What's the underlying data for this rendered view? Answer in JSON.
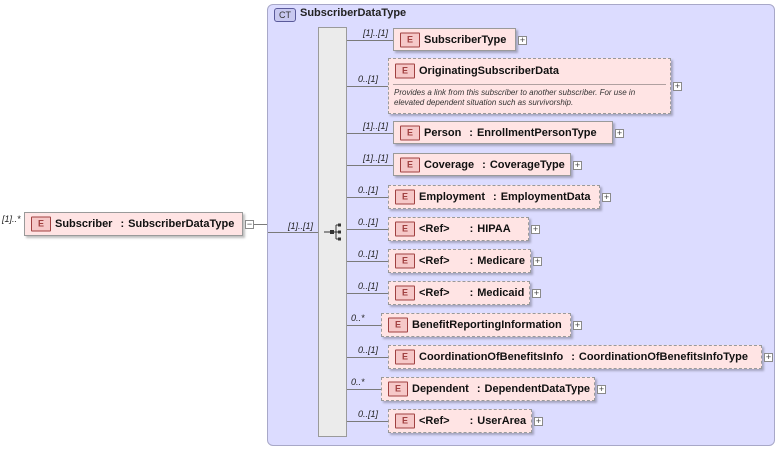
{
  "root": {
    "multiplicity": "[1]..*",
    "badge": "E",
    "name": "Subscriber",
    "type": "SubscriberDataType",
    "collapse_symbol": "−"
  },
  "complex_type": {
    "badge": "CT",
    "title": "SubscriberDataType",
    "sequence_multiplicity": "[1]..[1]"
  },
  "elements": [
    {
      "id": "subscriber-type",
      "multiplicity": "[1]..[1]",
      "badge": "E",
      "name": "SubscriberType",
      "type": "",
      "optional": false
    },
    {
      "id": "originating-subscriber-data",
      "multiplicity": "0..[1]",
      "badge": "E",
      "name": "OriginatingSubscriberData",
      "type": "",
      "optional": true,
      "doc": "Provides a link from this subscriber to another subscriber.  For use in elevated dependent situation such as survivorship."
    },
    {
      "id": "person",
      "multiplicity": "[1]..[1]",
      "badge": "E",
      "name": "Person",
      "type": "EnrollmentPersonType",
      "optional": false
    },
    {
      "id": "coverage",
      "multiplicity": "[1]..[1]",
      "badge": "E",
      "name": "Coverage",
      "type": "CoverageType",
      "optional": false
    },
    {
      "id": "employment",
      "multiplicity": "0..[1]",
      "badge": "E",
      "name": "Employment",
      "type": "EmploymentData",
      "optional": true
    },
    {
      "id": "hipaa",
      "multiplicity": "0..[1]",
      "badge": "E",
      "name": "<Ref>",
      "type": "HIPAA",
      "optional": true,
      "ref": true
    },
    {
      "id": "medicare",
      "multiplicity": "0..[1]",
      "badge": "E",
      "name": "<Ref>",
      "type": "Medicare",
      "optional": true,
      "ref": true
    },
    {
      "id": "medicaid",
      "multiplicity": "0..[1]",
      "badge": "E",
      "name": "<Ref>",
      "type": "Medicaid",
      "optional": true,
      "ref": true
    },
    {
      "id": "benefit-reporting-information",
      "multiplicity": "0..*",
      "badge": "E",
      "name": "BenefitReportingInformation",
      "type": "",
      "optional": true
    },
    {
      "id": "coordination-of-benefits-info",
      "multiplicity": "0..[1]",
      "badge": "E",
      "name": "CoordinationOfBenefitsInfo",
      "type": "CoordinationOfBenefitsInfoType",
      "optional": true
    },
    {
      "id": "dependent",
      "multiplicity": "0..*",
      "badge": "E",
      "name": "Dependent",
      "type": "DependentDataType",
      "optional": true
    },
    {
      "id": "user-area",
      "multiplicity": "0..[1]",
      "badge": "E",
      "name": "<Ref>",
      "type": "UserArea",
      "optional": true,
      "ref": true
    }
  ],
  "expand_symbol": "+"
}
